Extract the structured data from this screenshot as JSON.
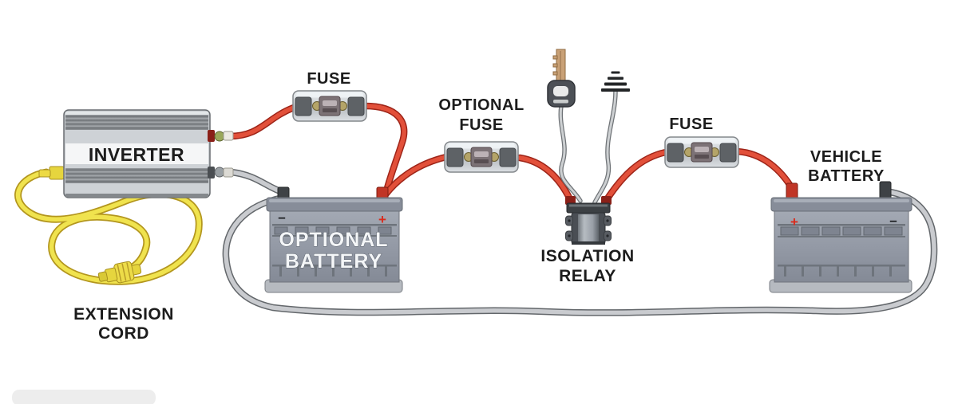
{
  "diagram": {
    "inverter": {
      "label": "INVERTER"
    },
    "extension_cord": {
      "label_line1": "EXTENSION",
      "label_line2": "CORD"
    },
    "fuse_left": {
      "label": "FUSE"
    },
    "optional_fuse": {
      "label_line1": "OPTIONAL",
      "label_line2": "FUSE"
    },
    "fuse_right": {
      "label": "FUSE"
    },
    "optional_battery": {
      "label_line1": "OPTIONAL",
      "label_line2": "BATTERY",
      "plus": "+",
      "minus": "–"
    },
    "vehicle_battery": {
      "label_line1": "VEHICLE",
      "label_line2": "BATTERY",
      "plus": "+",
      "minus": "–"
    },
    "isolation_relay": {
      "label_line1": "ISOLATION",
      "label_line2": "RELAY"
    },
    "colors": {
      "positive_wire": "#e2503a",
      "ground_wire": "#c6c8cc",
      "extension_cord_wire": "#f0e34e",
      "battery_body": "#949aa6",
      "label_text": "#1c1c1c"
    }
  }
}
